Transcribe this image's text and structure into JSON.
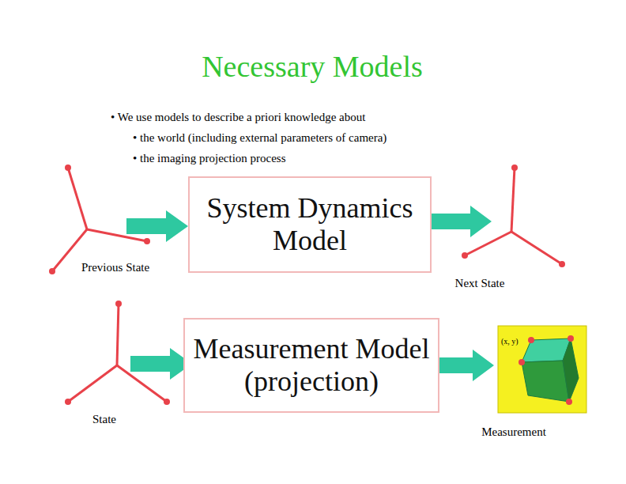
{
  "diagram": {
    "title": "Necessary Models",
    "nodes": [
      {
        "text": [
          "System Dynamics Model"
        ]
      },
      {
        "text": [
          "Measurement Model (projection)"
        ]
      }
    ],
    "labels": [
      "• We use models to describe a priori knowledge about",
      "• the world (including external parameters of camera)",
      "• the imaging projection process",
      "Previous State",
      "Next State",
      "State",
      "Measurement",
      "(x, y)"
    ]
  }
}
